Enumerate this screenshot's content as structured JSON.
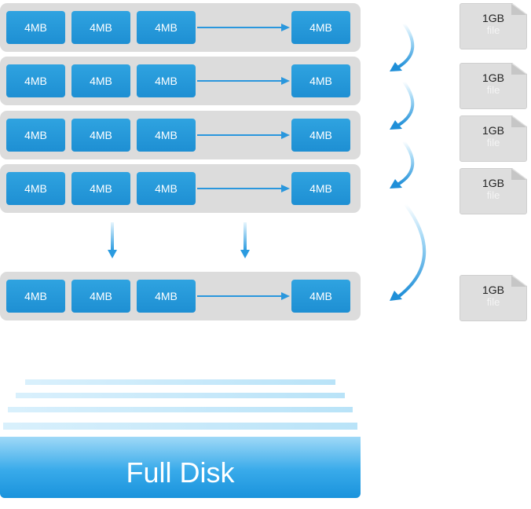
{
  "rows": [
    {
      "blocks": [
        "4MB",
        "4MB",
        "4MB",
        "4MB"
      ]
    },
    {
      "blocks": [
        "4MB",
        "4MB",
        "4MB",
        "4MB"
      ]
    },
    {
      "blocks": [
        "4MB",
        "4MB",
        "4MB",
        "4MB"
      ]
    },
    {
      "blocks": [
        "4MB",
        "4MB",
        "4MB",
        "4MB"
      ]
    },
    {
      "blocks": [
        "4MB",
        "4MB",
        "4MB",
        "4MB"
      ]
    }
  ],
  "files": [
    {
      "size": "1GB",
      "kind": "file"
    },
    {
      "size": "1GB",
      "kind": "file"
    },
    {
      "size": "1GB",
      "kind": "file"
    },
    {
      "size": "1GB",
      "kind": "file"
    },
    {
      "size": "1GB",
      "kind": "file"
    }
  ],
  "disk": {
    "label": "Full Disk"
  },
  "colors": {
    "block": "#2196da",
    "row_bg": "#dcdcdc",
    "arrow": "#2a97dd",
    "file_bg": "#dedede",
    "disk": "#38aaea"
  }
}
